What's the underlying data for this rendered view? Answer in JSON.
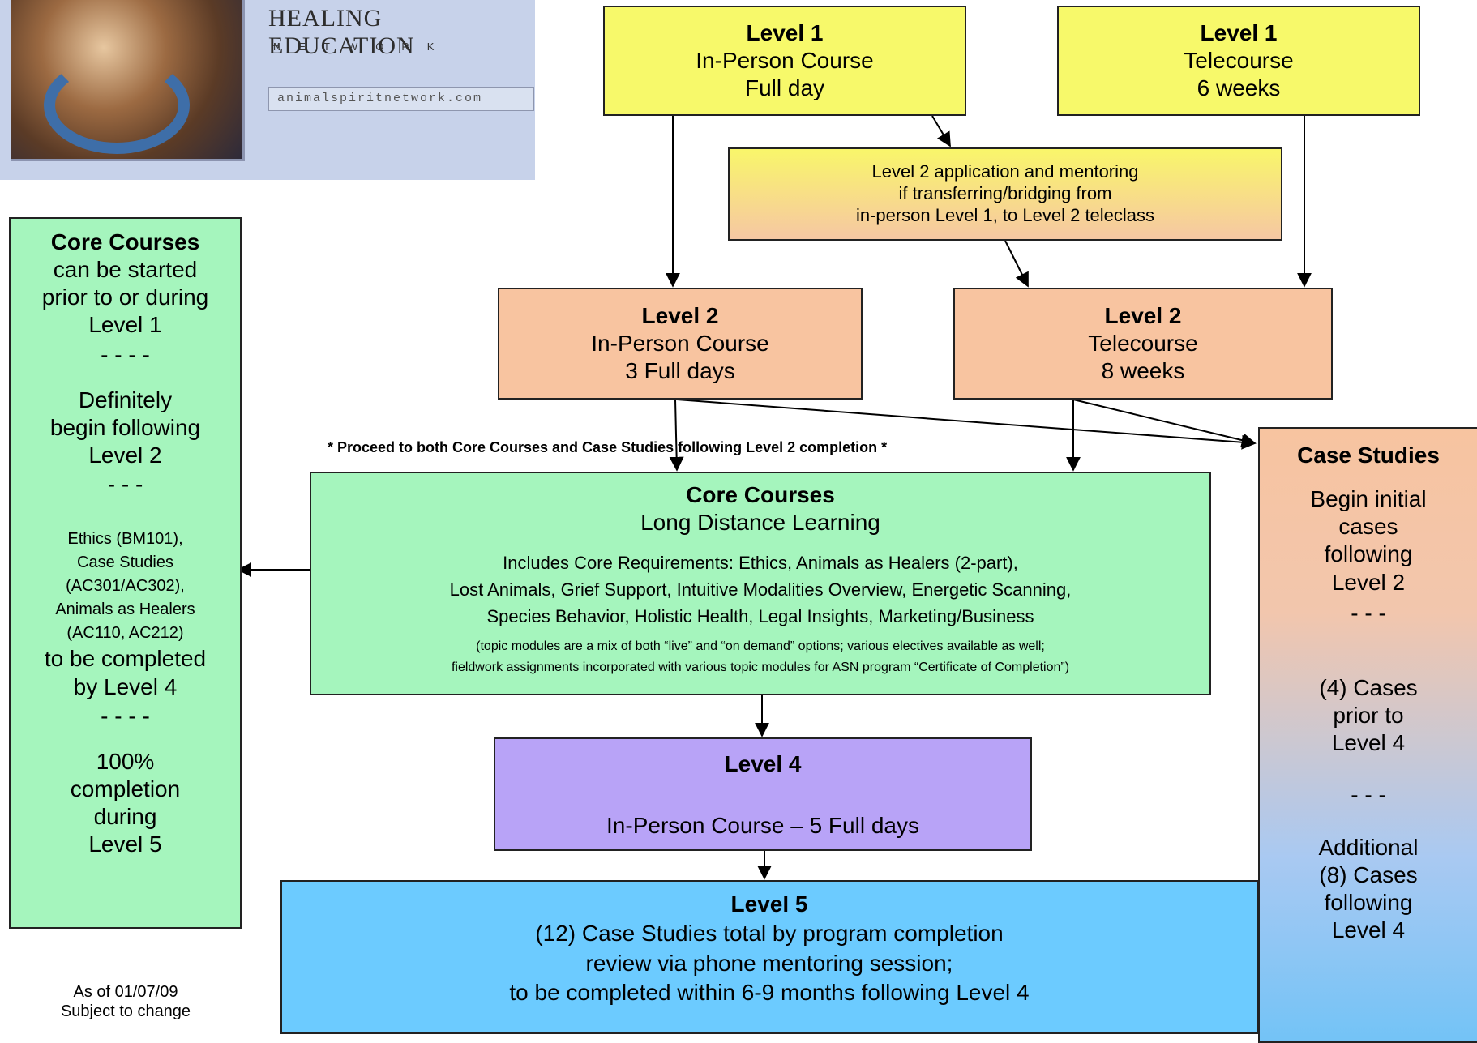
{
  "logo": {
    "title": "HEALING EDUCATION",
    "subtitle": "NETWORK",
    "url": "animalspiritnetwork.com"
  },
  "boxes": {
    "level1_inperson": {
      "title": "Level 1",
      "line1": "In-Person Course",
      "line2": "Full day"
    },
    "level1_tele": {
      "title": "Level 1",
      "line1": "Telecourse",
      "line2": "6 weeks"
    },
    "bridge": {
      "line1": "Level 2 application and mentoring",
      "line2": "if transferring/bridging from",
      "line3": "in-person Level 1, to Level 2 teleclass"
    },
    "level2_inperson": {
      "title": "Level 2",
      "line1": "In-Person Course",
      "line2": "3 Full days"
    },
    "level2_tele": {
      "title": "Level 2",
      "line1": "Telecourse",
      "line2": "8 weeks"
    },
    "core_main": {
      "title": "Core Courses",
      "subtitle": "Long Distance Learning",
      "req1": "Includes Core Requirements:  Ethics, Animals as Healers (2-part),",
      "req2": "Lost Animals, Grief Support, Intuitive Modalities Overview, Energetic Scanning,",
      "req3": "Species Behavior, Holistic Health, Legal Insights, Marketing/Business",
      "note1": "(topic modules are a mix of both “live” and “on demand” options; various electives available as well;",
      "note2": "fieldwork assignments incorporated with various topic modules for ASN program “Certificate of Completion”)"
    },
    "level4": {
      "title": "Level 4",
      "line1": "In-Person Course – 5 Full days"
    },
    "level5": {
      "title": "Level 5",
      "line1": "(12) Case Studies total by program completion",
      "line2": "review via phone mentoring session;",
      "line3": "to be completed within 6-9 months following Level 4"
    },
    "core_side": {
      "title": "Core Courses",
      "p1": "can be started\nprior to or during\nLevel 1",
      "sep1": "- - - -",
      "p2": "Definitely\nbegin following\nLevel 2",
      "sep2": "- - -",
      "small": "Ethics (BM101),\nCase Studies\n(AC301/AC302),\nAnimals as Healers\n(AC110, AC212)",
      "p3": "to be completed\nby Level 4",
      "sep3": "- - - -",
      "p4": "100%\ncompletion\nduring\nLevel 5"
    },
    "case_studies": {
      "title": "Case Studies",
      "p1": "Begin initial\ncases\nfollowing\nLevel 2",
      "sep1": "- - -",
      "p2": "(4) Cases\nprior to\nLevel 4",
      "sep2": "- - -",
      "p3": "Additional\n(8) Cases\nfollowing\nLevel 4"
    }
  },
  "proceed_note": "* Proceed to both Core Courses and Case Studies following Level 2 completion *",
  "footer": {
    "line1": "As of 01/07/09",
    "line2": "Subject to change"
  }
}
